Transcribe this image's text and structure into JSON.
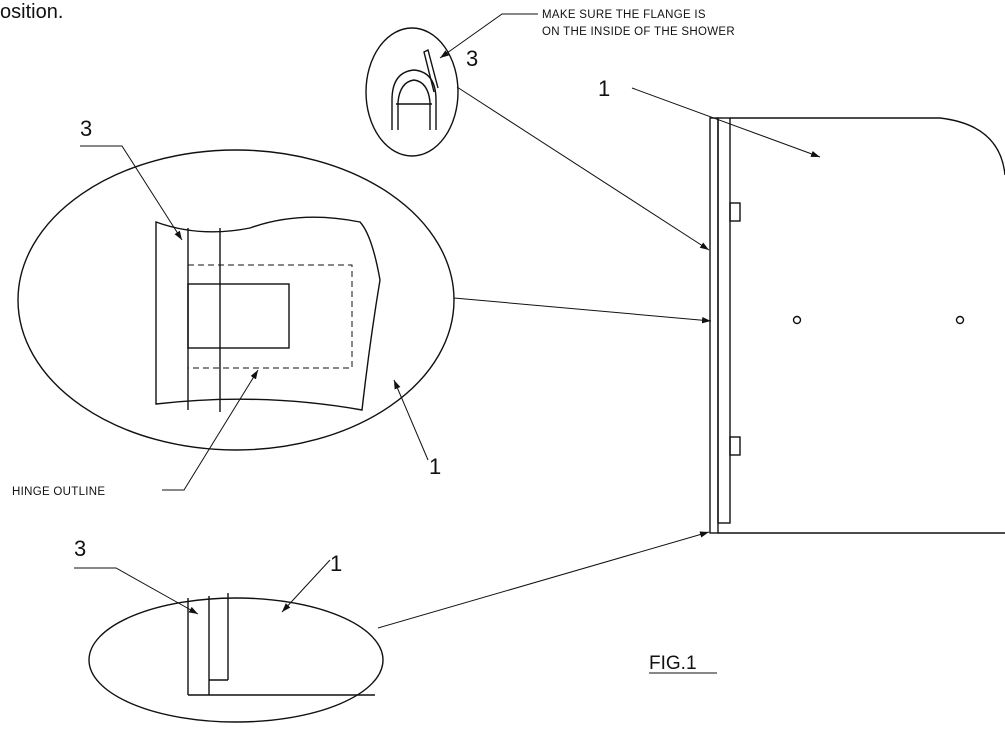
{
  "top_text": "osition.",
  "flange_note": {
    "line1": "MAKE SURE THE FLANGE IS",
    "line2": "ON THE INSIDE OF THE SHOWER"
  },
  "hinge_outline_label": "HINGE OUTLINE",
  "figure_label": "FIG.1",
  "callouts": {
    "seal_top": "3",
    "panel_main": "1",
    "seal_middle": "3",
    "panel_middle": "1",
    "seal_bottom": "3",
    "panel_bottom": "1"
  }
}
